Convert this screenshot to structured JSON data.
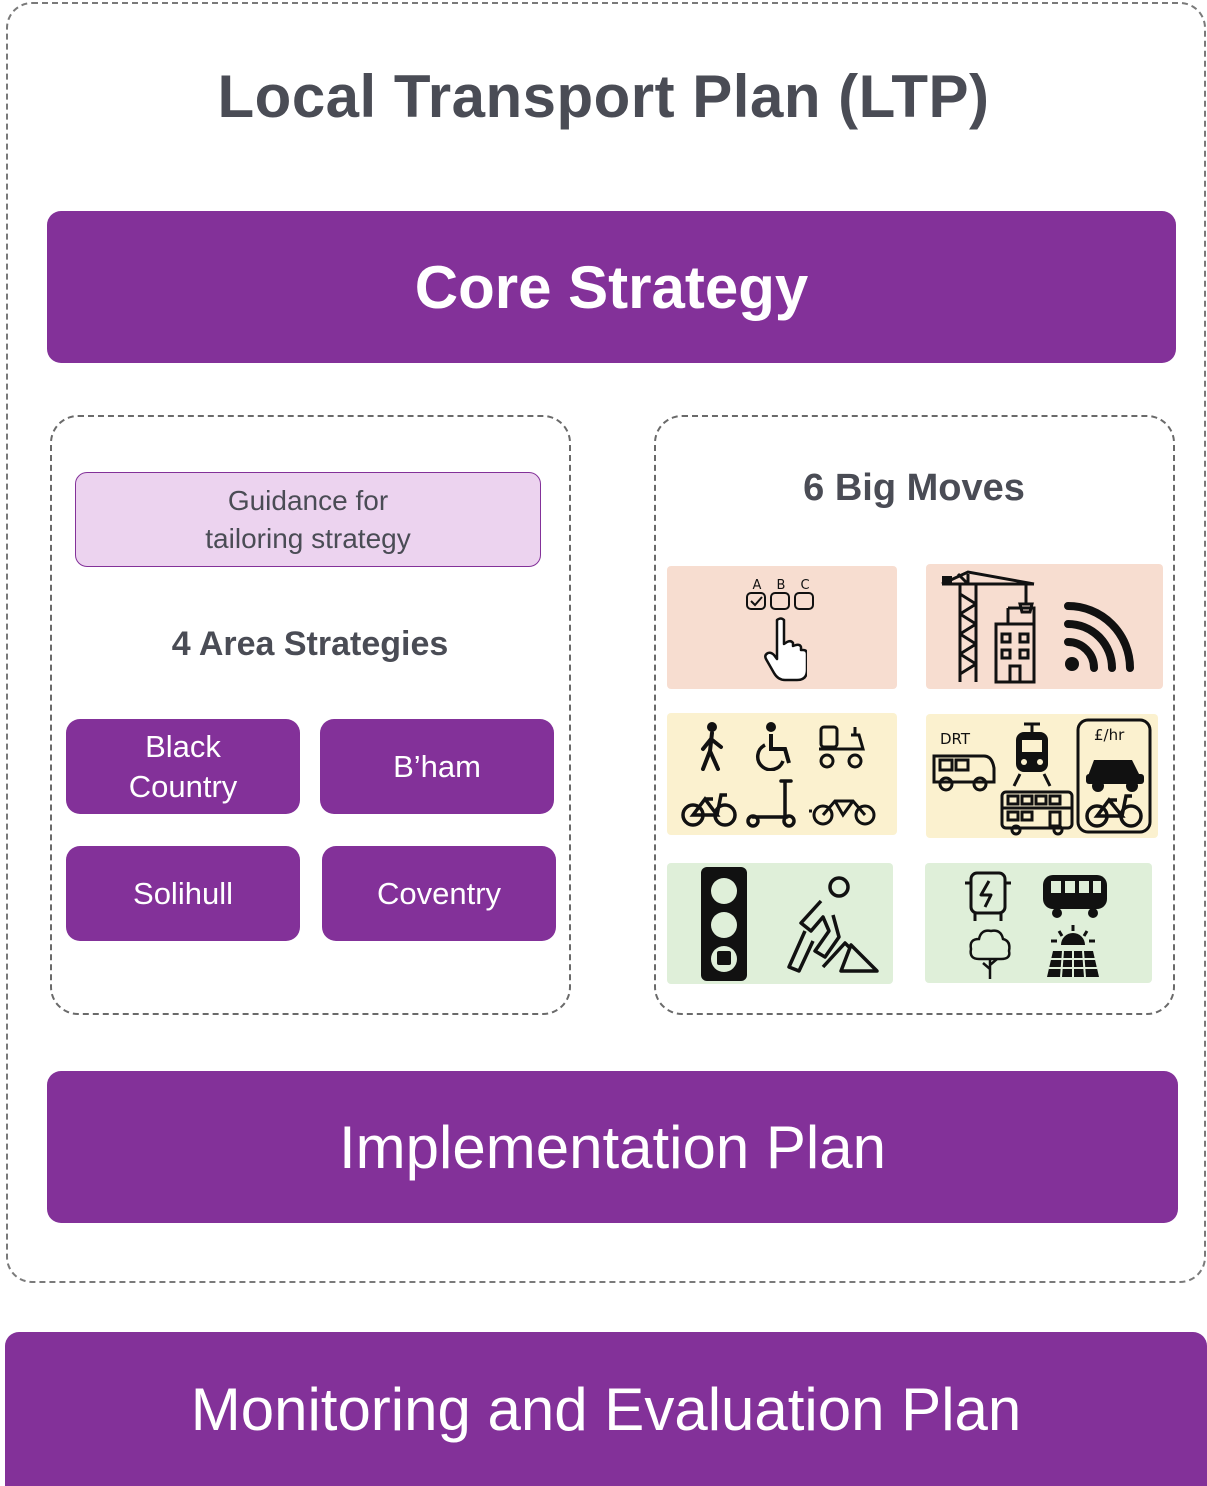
{
  "title": "Local Transport Plan (LTP)",
  "core_strategy": "Core Strategy",
  "left_panel": {
    "guidance_line1": "Guidance for",
    "guidance_line2": "tailoring strategy",
    "heading": "4 Area Strategies",
    "areas": [
      {
        "line1": "Black",
        "line2": "Country"
      },
      {
        "line1": "B’ham"
      },
      {
        "line1": "Solihull"
      },
      {
        "line1": "Coventry"
      }
    ]
  },
  "right_panel": {
    "heading": "6 Big Moves",
    "tile_labels": {
      "choice_letters": [
        "A",
        "B",
        "C"
      ],
      "drt": "DRT",
      "price": "£/hr"
    },
    "tile_colors": {
      "row1": "#f7ddd0",
      "row2": "#fbf1cf",
      "row3": "#dfefd9"
    }
  },
  "implementation_plan": "Implementation Plan",
  "monitoring_plan": "Monitoring and Evaluation Plan",
  "colors": {
    "purple": "#833199",
    "light_purple": "#ecd3ef",
    "heading_gray": "#4a4c55"
  },
  "icons": [
    "ballot-choice-icon",
    "pointing-hand-icon",
    "crane-icon",
    "building-icon",
    "wifi-signal-icon",
    "pedestrian-icon",
    "wheelchair-icon",
    "mobility-scooter-icon",
    "bicycle-icon",
    "e-scooter-icon",
    "tandem-bike-icon",
    "drt-van-icon",
    "tram-icon",
    "double-decker-bus-icon",
    "car-icon",
    "cycle-hire-icon",
    "traffic-light-icon",
    "road-works-icon",
    "electric-bus-icon",
    "bus-icon",
    "tree-icon",
    "solar-panel-icon"
  ]
}
